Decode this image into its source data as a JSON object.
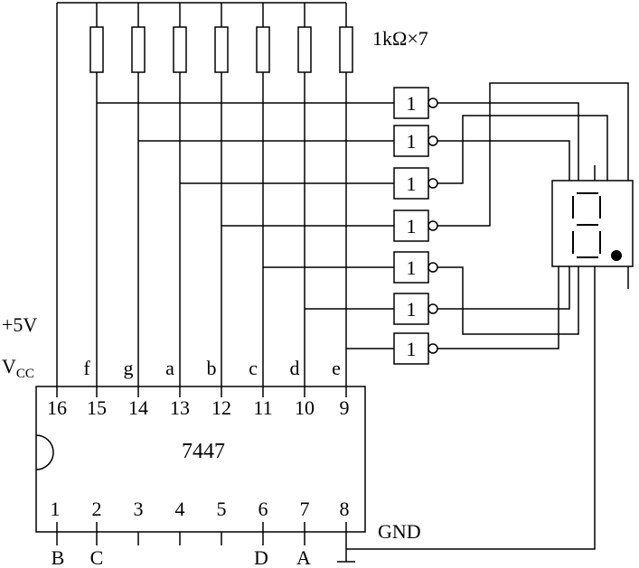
{
  "resistor_label": "1kΩ×7",
  "supply": {
    "voltage": "+5V",
    "vcc_main": "V",
    "vcc_sub": "CC"
  },
  "ic": {
    "name": "7447",
    "gnd_label": "GND"
  },
  "top_pins": [
    {
      "number": "16",
      "signal": ""
    },
    {
      "number": "15",
      "signal": "f"
    },
    {
      "number": "14",
      "signal": "g"
    },
    {
      "number": "13",
      "signal": "a"
    },
    {
      "number": "12",
      "signal": "b"
    },
    {
      "number": "11",
      "signal": "c"
    },
    {
      "number": "10",
      "signal": "d"
    },
    {
      "number": "9",
      "signal": "e"
    }
  ],
  "bottom_pins": [
    {
      "number": "1",
      "input": "B"
    },
    {
      "number": "2",
      "input": "C"
    },
    {
      "number": "3",
      "input": ""
    },
    {
      "number": "4",
      "input": ""
    },
    {
      "number": "5",
      "input": ""
    },
    {
      "number": "6",
      "input": "D"
    },
    {
      "number": "7",
      "input": "A"
    },
    {
      "number": "8",
      "input": ""
    }
  ],
  "gates": [
    "1",
    "1",
    "1",
    "1",
    "1",
    "1",
    "1"
  ]
}
